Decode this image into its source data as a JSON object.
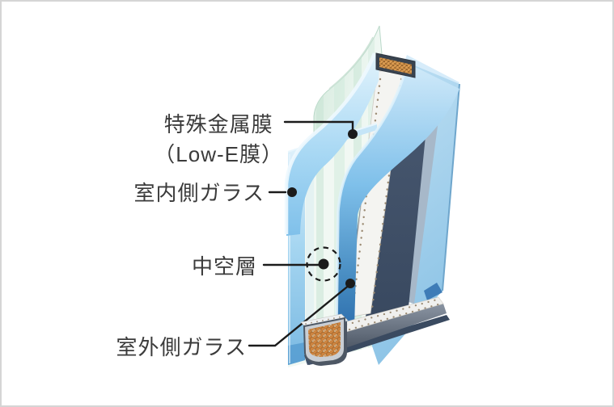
{
  "diagram": {
    "labels": {
      "special_metal_film_line1": "特殊金属膜",
      "special_metal_film_line2": "（Low-E膜）",
      "indoor_glass": "室内側ガラス",
      "air_layer": "中空層",
      "outdoor_glass": "室外側ガラス"
    },
    "colors": {
      "background": "#ffffff",
      "frame_border": "#d5d5d5",
      "text": "#3b3b3b",
      "leader_line": "#1b1b1b",
      "indoor_glass_edge_blue": "#7fc2e9",
      "low_e_film_blue": "#7fc0ea",
      "outdoor_glass_navy": "#44546b",
      "outdoor_pane_light_blue": "#9ccfee",
      "spacer_white": "#f4f4f1",
      "desiccant_orange": "#cd8440",
      "glass_sheet_pale_green": "#ddeee4"
    }
  }
}
